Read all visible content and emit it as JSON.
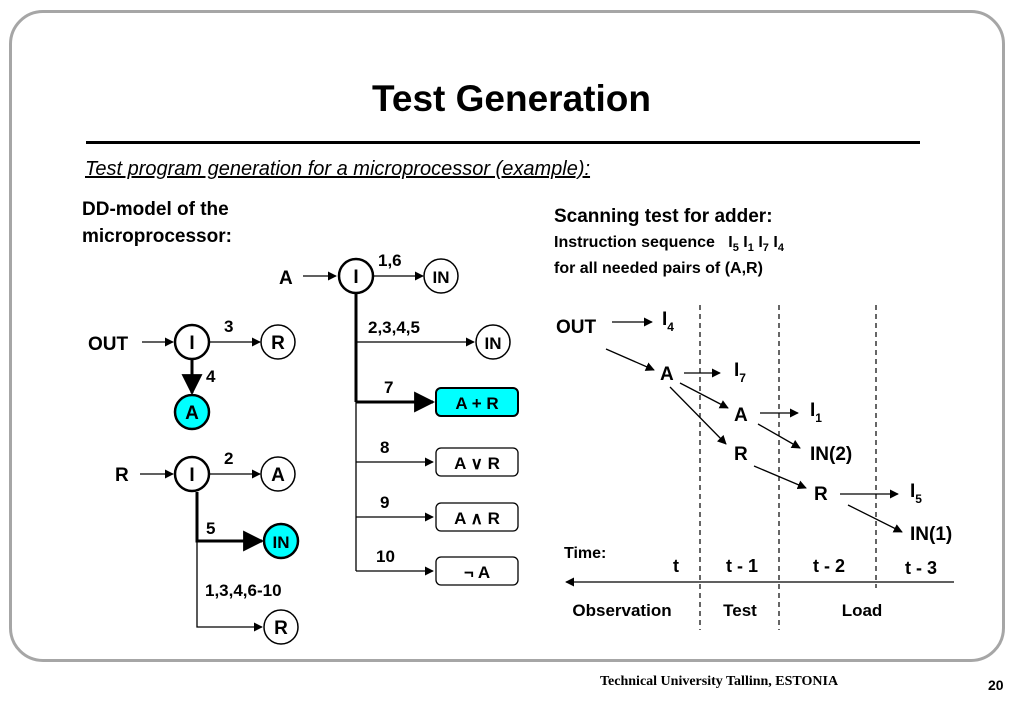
{
  "title": "Test Generation",
  "subtitle": "Test program generation for a microprocessor (example):",
  "dd_model": {
    "heading_line1": "DD-model of the",
    "heading_line2": "microprocessor:",
    "out_graph": {
      "input": "OUT",
      "node": "I",
      "edge_right": "3",
      "right_node": "R",
      "edge_down": "4",
      "down_node": "A"
    },
    "r_graph": {
      "input": "R",
      "node": "I",
      "edge_right": "2",
      "right_node": "A",
      "edge_down": "5",
      "down_node": "IN",
      "edge_bottom": "1,3,4,6-10",
      "bottom_node": "R"
    },
    "a_graph": {
      "input": "A",
      "node": "I",
      "branches": [
        {
          "label": "1,6",
          "terminal": "IN"
        },
        {
          "label": "2,3,4,5",
          "terminal": "IN"
        },
        {
          "label": "7",
          "terminal": "A + R"
        },
        {
          "label": "8",
          "terminal": "A ∨ R"
        },
        {
          "label": "9",
          "terminal": "A ∧ R"
        },
        {
          "label": "10",
          "terminal": "¬ A"
        }
      ]
    }
  },
  "scanning": {
    "heading": "Scanning test for adder:",
    "instruction_prefix": "Instruction sequence",
    "instructions": [
      {
        "base": "I",
        "sub": "5"
      },
      {
        "base": "I",
        "sub": "1"
      },
      {
        "base": "I",
        "sub": "7"
      },
      {
        "base": "I",
        "sub": "4"
      }
    ],
    "pairs_line": "for all needed pairs of (A,R)",
    "tree": {
      "out": "OUT",
      "i4": {
        "base": "I",
        "sub": "4"
      },
      "a1": "A",
      "i7": {
        "base": "I",
        "sub": "7"
      },
      "a2": "A",
      "i1": {
        "base": "I",
        "sub": "1"
      },
      "r1": "R",
      "in2": "IN(2)",
      "r2": "R",
      "i5": {
        "base": "I",
        "sub": "5"
      },
      "in1": "IN(1)"
    },
    "time_label": "Time:",
    "time_steps": [
      "t",
      "t - 1",
      "t - 2",
      "t - 3"
    ],
    "phases": [
      "Observation",
      "Test",
      "Load"
    ]
  },
  "colors": {
    "highlight": "#00ffff",
    "frame": "#a6a6a6"
  },
  "footer": "Technical University Tallinn, ESTONIA",
  "page_number": "20"
}
